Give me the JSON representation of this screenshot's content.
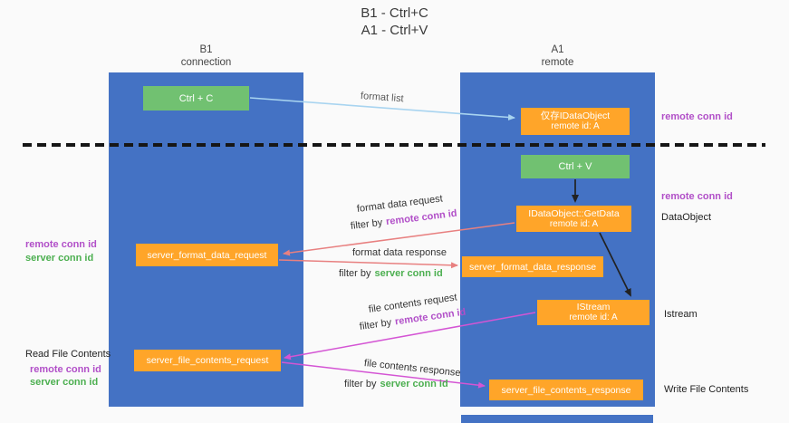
{
  "title": {
    "line1": "B1 - Ctrl+C",
    "line2": "A1 - Ctrl+V"
  },
  "lanes": {
    "left": {
      "name": "B1",
      "role": "connection"
    },
    "right": {
      "name": "A1",
      "role": "remote"
    }
  },
  "boxes": {
    "ctrl_c": "Ctrl + C",
    "ctrl_v": "Ctrl + V",
    "idataobject": {
      "line1": "仅存IDataObject",
      "line2": "remote id: A"
    },
    "getdata": {
      "line1": "IDataObject::GetData",
      "line2": "remote id: A"
    },
    "istream": {
      "line1": "IStream",
      "line2": "remote id: A"
    },
    "format_request": "server_format_data_request",
    "format_response": "server_format_data_response",
    "file_request": "server_file_contents_request",
    "file_response": "server_file_contents_response"
  },
  "arrows": {
    "format_list": "format list",
    "format_data_request": "format data request",
    "format_data_response": "format data response",
    "file_contents_request": "file contents request",
    "file_contents_response": "file contents response",
    "filter_by": "filter by"
  },
  "conn": {
    "remote": "remote conn id",
    "server": "server conn id"
  },
  "side": {
    "dataobject": "DataObject",
    "istream": "Istream",
    "read": "Read File Contents",
    "write": "Write File Contents"
  },
  "colors": {
    "bg": "#fafafa",
    "lane": "#4472c4",
    "orange": "#ffa529",
    "green-box": "#71c171",
    "conn-purple": "#b14fc8",
    "conn-green": "#4caf50",
    "arrow-blue": "#a8d4f0",
    "arrow-red": "#e88080",
    "arrow-magenta": "#d455d4",
    "arrow-black": "#222222"
  }
}
